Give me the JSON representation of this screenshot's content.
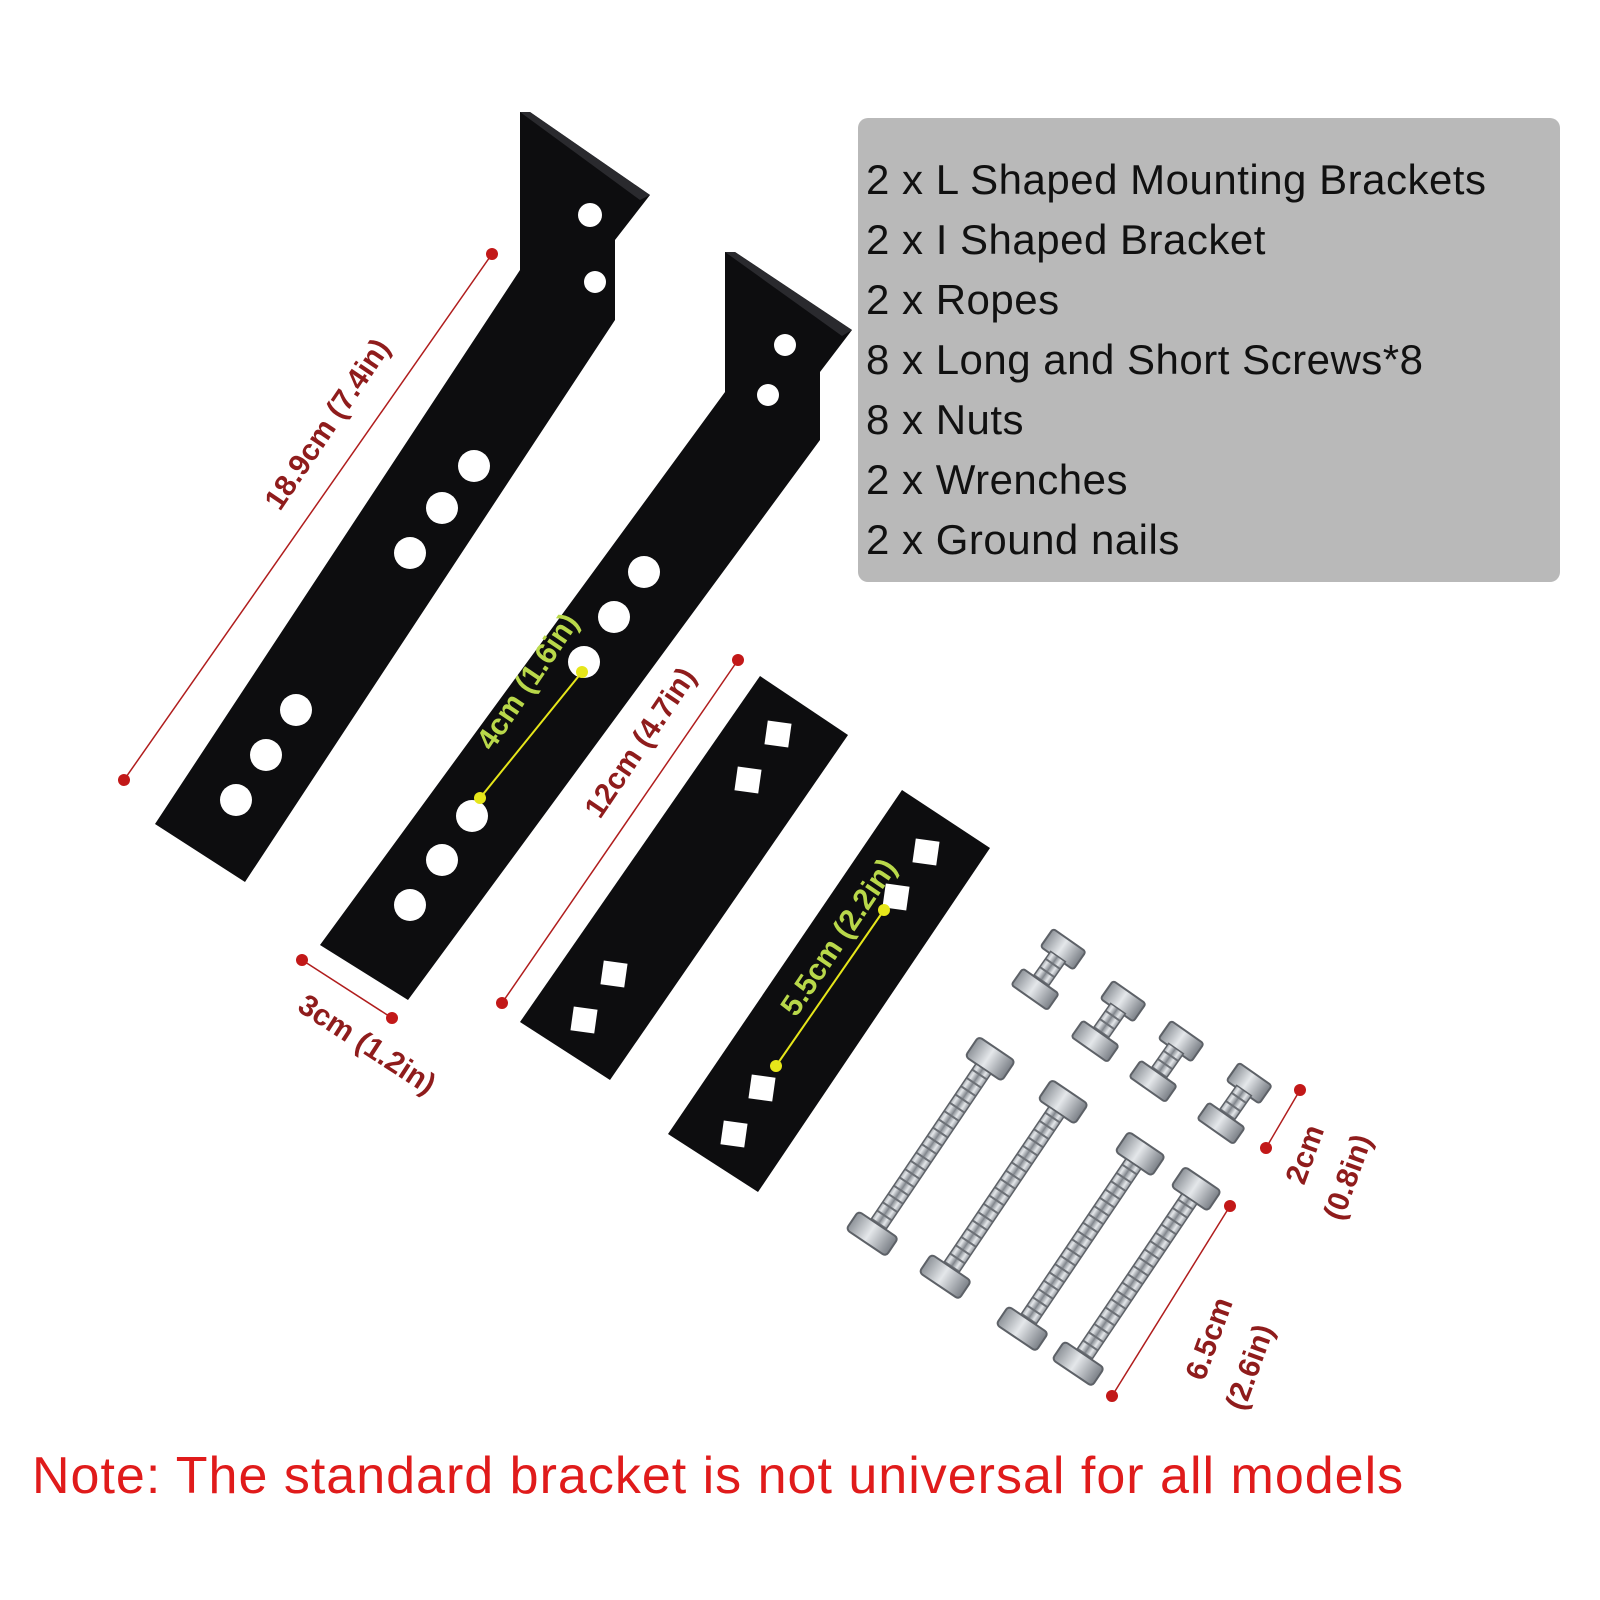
{
  "contents": {
    "items": [
      "2 x L Shaped Mounting Brackets",
      "2 x I Shaped Bracket",
      "2 x Ropes",
      "8 x Long and Short Screws*8",
      "8 x Nuts",
      "2 x Wrenches",
      "2 x Ground nails"
    ]
  },
  "dimensions": {
    "l_bracket_length": "18.9cm (7.4in)",
    "l_bracket_width": "3cm (1.2in)",
    "hole_spacing": "4cm (1.6in)",
    "i_bracket_length": "12cm (4.7in)",
    "square_hole_spacing": "5.5cm (2.2in)",
    "short_screw_length": "2cm",
    "short_screw_length_in": "(0.8in)",
    "long_screw_length": "6.5cm",
    "long_screw_length_in": "(2.6in)"
  },
  "note": "Note: The standard bracket is not universal for all models",
  "colors": {
    "dimension_red": "#b01d1d",
    "dimension_yellow": "#e6e61a",
    "label_green": "#b9d84a",
    "note_red": "#e01b1b",
    "bracket_black": "#0d0d0f",
    "box_gray": "#b9b9b9"
  }
}
